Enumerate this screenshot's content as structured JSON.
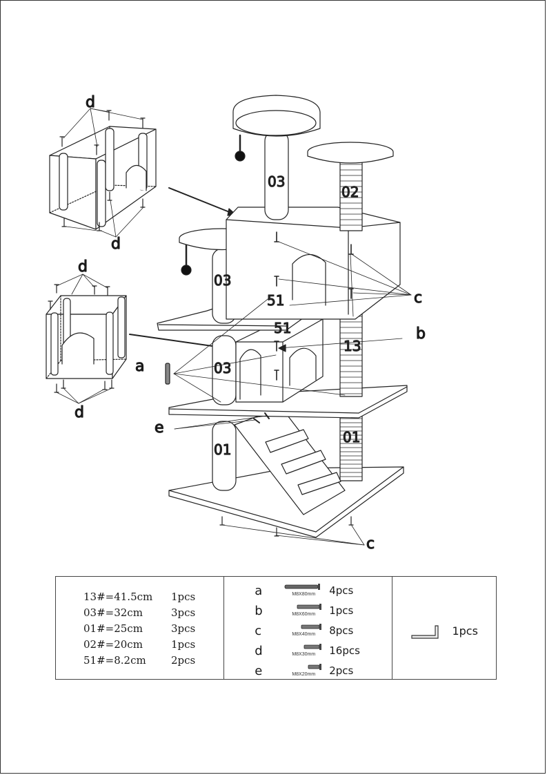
{
  "parts_labels": {
    "post_03_top": "03",
    "post_02": "02",
    "post_03_mid": "03",
    "post_51_a": "51",
    "post_51_b": "51",
    "post_13": "13",
    "post_03_low": "03",
    "post_01_left": "01",
    "post_01_right": "01"
  },
  "callouts": {
    "d_top_upper": "d",
    "d_top_lower": "d",
    "d_mid_upper": "d",
    "d_mid_lower": "d",
    "c_right": "c",
    "b_right": "b",
    "a_left": "a",
    "e_left": "e",
    "c_bottom": "c"
  },
  "dimensions": [
    {
      "spec": "13#=41.5cm",
      "qty": "1pcs"
    },
    {
      "spec": "03#=32cm",
      "qty": "3pcs"
    },
    {
      "spec": "01#=25cm",
      "qty": "3pcs"
    },
    {
      "spec": "02#=20cm",
      "qty": "1pcs"
    },
    {
      "spec": "51#=8.2cm",
      "qty": "2pcs"
    }
  ],
  "screws": [
    {
      "letter": "a",
      "size": "M8X80mm",
      "qty": "4pcs"
    },
    {
      "letter": "b",
      "size": "M8X60mm",
      "qty": "1pcs"
    },
    {
      "letter": "c",
      "size": "M8X40mm",
      "qty": "8pcs"
    },
    {
      "letter": "d",
      "size": "M8X30mm",
      "qty": "16pcs"
    },
    {
      "letter": "e",
      "size": "M8X20mm",
      "qty": "2pcs"
    }
  ],
  "tool": {
    "qty": "1pcs",
    "icon": "allen-key-icon"
  }
}
